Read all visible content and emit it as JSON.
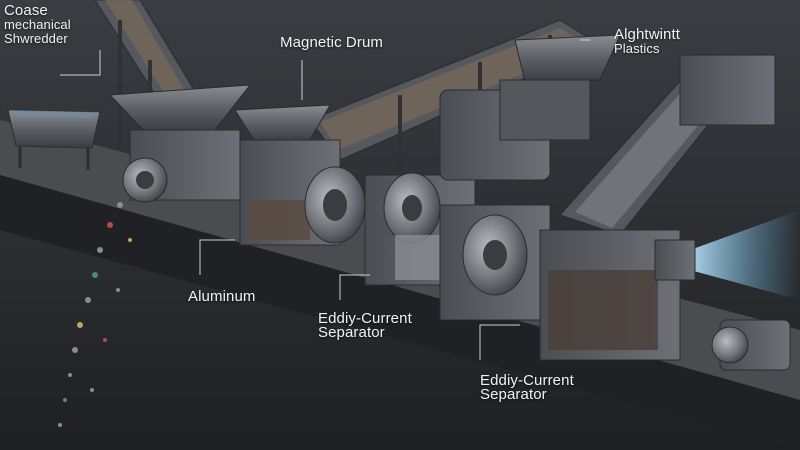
{
  "colors": {
    "background": "#2a2c2f",
    "floor": "#4a4c50",
    "machine": "#6c6f74",
    "machine_dark": "#3e4044",
    "label_text": "#f2f2f2",
    "leader_line": "#d0d0d0",
    "air_jet": "#8fd6ff"
  },
  "labels": {
    "coarse_shredder": [
      "Coase",
      "mechanical",
      "Shwredder"
    ],
    "magnetic_drum": "Magnetic Drum",
    "lightweight_plastics": [
      "Alghtwintt",
      "Plastics"
    ],
    "aluminum": "Aluminum",
    "eddy_current_1": [
      "Eddiy-Current",
      "Separator"
    ],
    "eddy_current_2": [
      "Eddiy-Current",
      "Separator"
    ]
  },
  "icons": [
    "shredder-icon",
    "conveyor-icon",
    "drum-icon",
    "hopper-icon",
    "motor-icon",
    "air-jet-icon"
  ]
}
